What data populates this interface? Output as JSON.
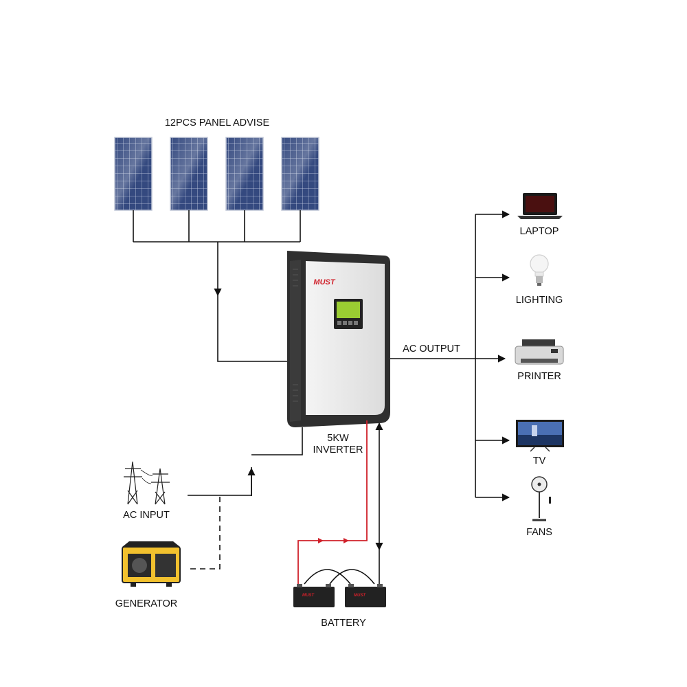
{
  "title": "12PCS PANEL ADVISE",
  "inverter": {
    "brand": "MUST",
    "label_line1": "5KW",
    "label_line2": "INVERTER"
  },
  "ac_output_label": "AC OUTPUT",
  "ac_input_label": "AC INPUT",
  "generator_label": "GENERATOR",
  "battery_label": "BATTERY",
  "battery_brand": "MUST",
  "loads": [
    "LAPTOP",
    "LIGHTING",
    "PRINTER",
    "TV",
    "FANS"
  ],
  "colors": {
    "wire": "#111111",
    "battery_wire": "#d0202a",
    "panel": "#3a4f8a",
    "inverter_body": "#e8e8e8",
    "inverter_frame": "#2e2e2e",
    "lcd": "#9acd32",
    "generator": "#f2c12e"
  }
}
